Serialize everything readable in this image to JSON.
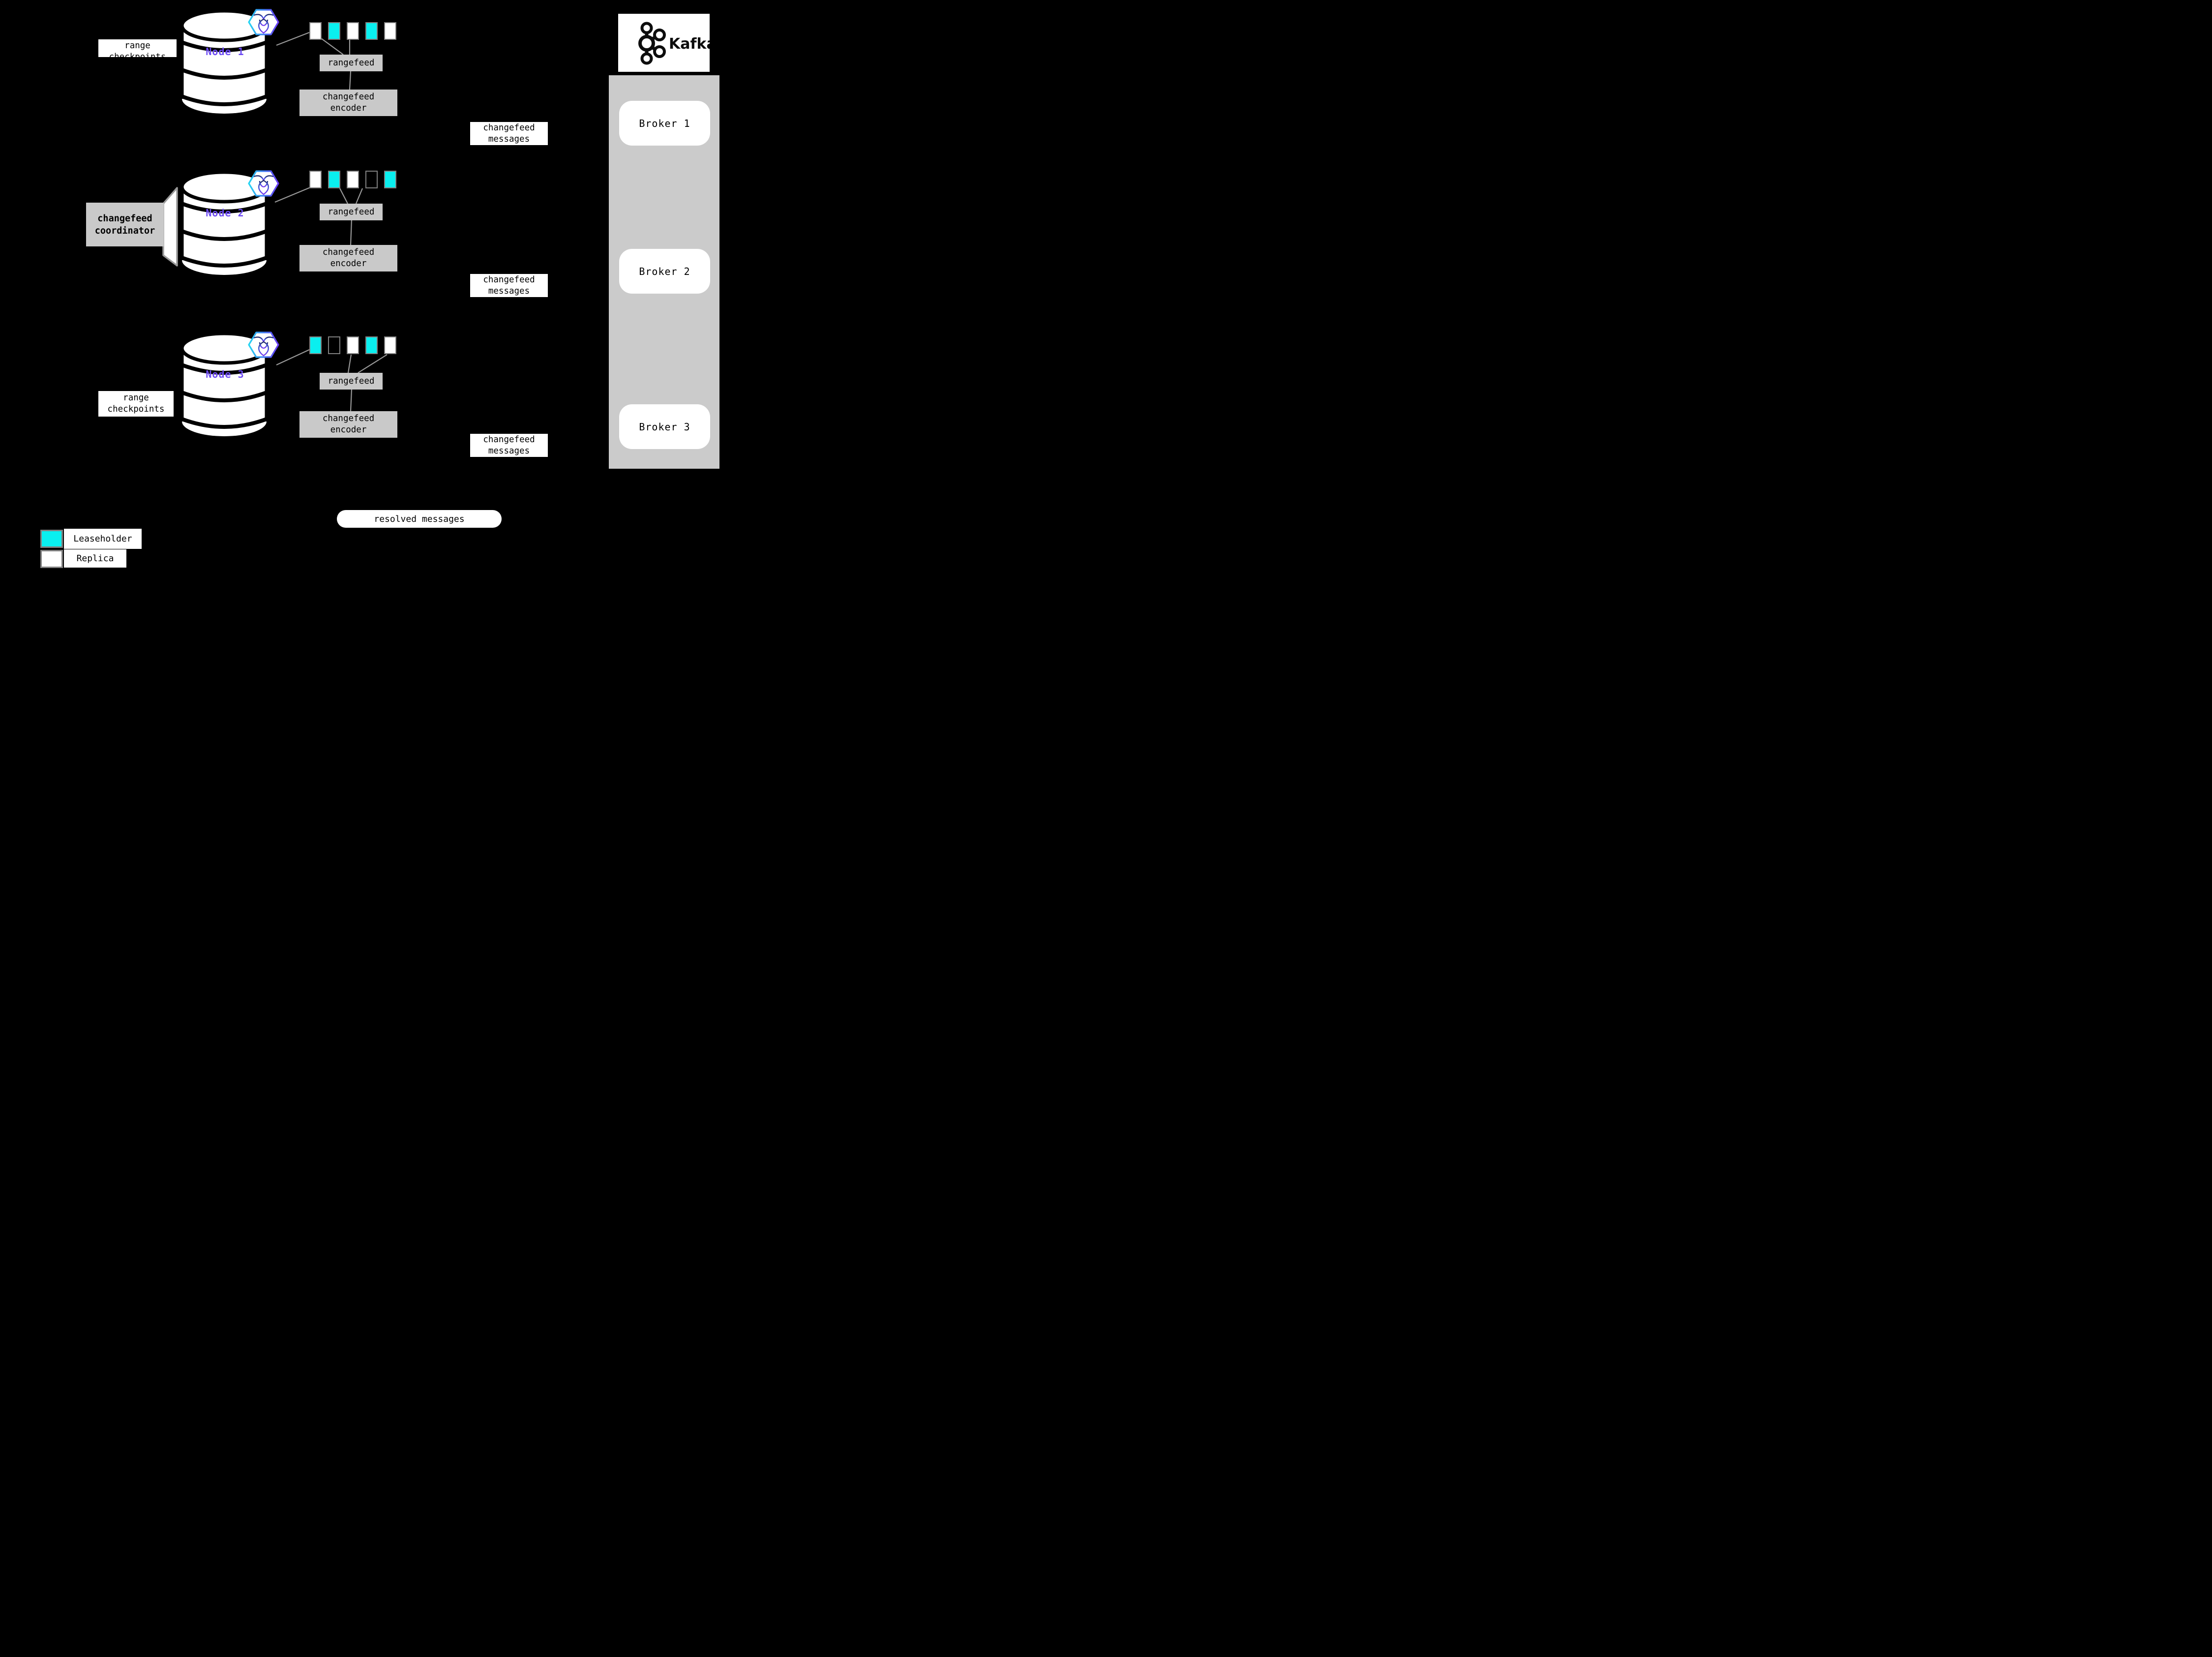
{
  "colors": {
    "background": "#000000",
    "leaseholder": "#0aefef",
    "replica": "#ffffff",
    "label_gray": "#c9c9c9",
    "container_gray": "#cbcbcb",
    "connector_gray": "#999999",
    "range_border_gray": "#808080",
    "node_text_purple": "#6c4af3"
  },
  "nodes": [
    {
      "label": "Node 1",
      "ranges": [
        "replica",
        "leaseholder",
        "replica",
        "leaseholder",
        "replica"
      ],
      "rangefeed_label": "rangefeed",
      "encoder_lines": [
        "changefeed",
        "encoder"
      ],
      "side_label_lines": [
        "range",
        "checkpoints"
      ]
    },
    {
      "label": "Node 2",
      "ranges": [
        "replica",
        "leaseholder",
        "replica",
        "empty",
        "leaseholder"
      ],
      "rangefeed_label": "rangefeed",
      "encoder_lines": [
        "changefeed",
        "encoder"
      ],
      "coordinator_lines": [
        "changefeed",
        "coordinator"
      ]
    },
    {
      "label": "Node 3",
      "ranges": [
        "leaseholder",
        "empty",
        "replica",
        "leaseholder",
        "replica"
      ],
      "rangefeed_label": "rangefeed",
      "encoder_lines": [
        "changefeed",
        "encoder"
      ],
      "side_label_lines": [
        "range",
        "checkpoints"
      ]
    }
  ],
  "messages": [
    {
      "lines": [
        "changefeed",
        "messages"
      ]
    },
    {
      "lines": [
        "changefeed",
        "messages"
      ]
    },
    {
      "lines": [
        "changefeed",
        "messages"
      ]
    }
  ],
  "kafka": {
    "wordmark": "Kafka",
    "brokers": [
      {
        "label": "Broker 1"
      },
      {
        "label": "Broker 2"
      },
      {
        "label": "Broker 3"
      }
    ]
  },
  "resolved_label": "resolved messages",
  "legend": [
    {
      "type": "leaseholder",
      "label": "Leaseholder"
    },
    {
      "type": "replica",
      "label": "Replica"
    }
  ]
}
